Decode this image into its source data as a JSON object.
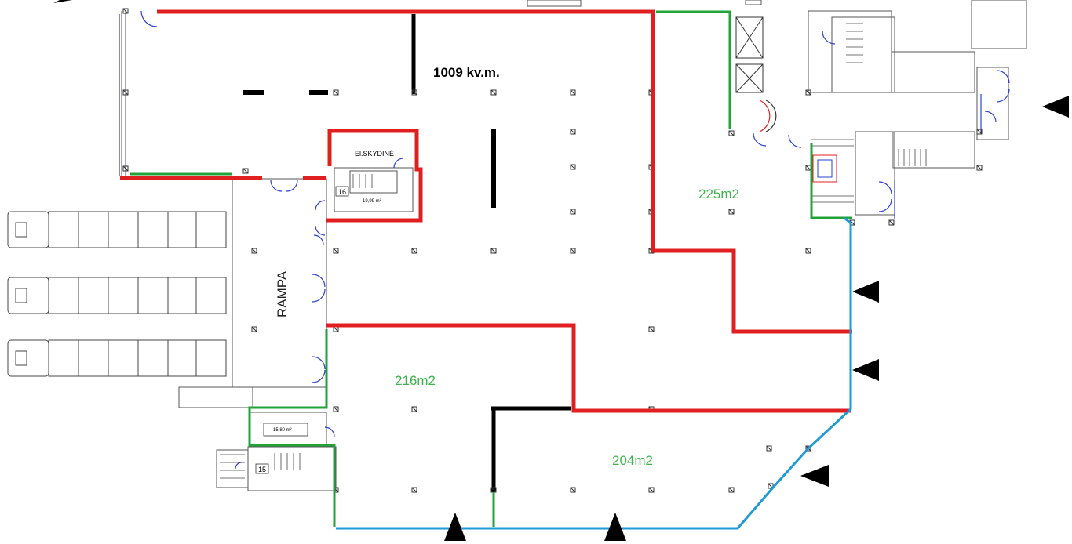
{
  "colors": {
    "red": "#e02020",
    "green": "#22a33a",
    "blue": "#1e9ad6",
    "wall": "#000000",
    "plan_line": "#555555",
    "door_blue": "#2a3fd6",
    "area_text": "#3cb44b"
  },
  "labels": {
    "main_area": "1009 kv.m.",
    "area_225": "225m2",
    "area_216": "216m2",
    "area_204": "204m2",
    "rampa": "RAMPA",
    "el_skydine": "El.SKYDINĖ",
    "room_16": "16",
    "room_16_area": "19,99 m²",
    "room_15": "15",
    "small_room_area": "15,80 m²"
  },
  "icons": {
    "entrance_arrow": "black-triangle-arrow-icon",
    "truck": "truck-icon",
    "door": "door-swing-icon",
    "column": "column-icon"
  }
}
